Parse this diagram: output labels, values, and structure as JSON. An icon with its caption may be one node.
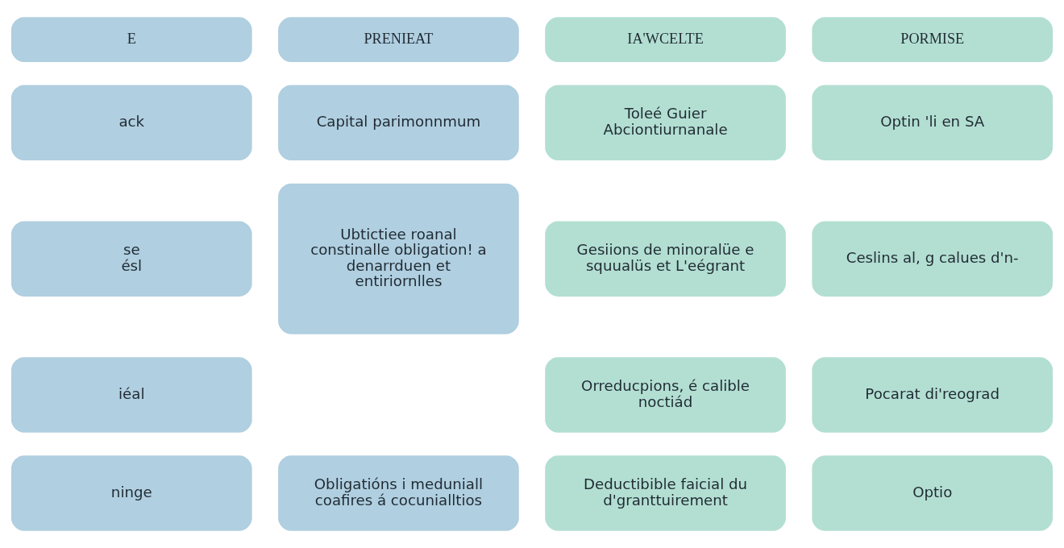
{
  "diagram": {
    "nodes": [
      {
        "text": [
          "E"
        ]
      },
      {
        "text": [
          "PRENIEAT"
        ]
      },
      {
        "text": [
          "IA'WCELTE"
        ]
      },
      {
        "text": [
          "PORMISE"
        ]
      },
      {
        "text": [
          "ack"
        ]
      },
      {
        "text": [
          "Capital parimonnmum"
        ]
      },
      {
        "text": [
          "Toleé Guier Abciontiurnanale"
        ]
      },
      {
        "text": [
          "Optin 'li en SA"
        ]
      },
      {
        "text": [
          "se",
          "ésl"
        ]
      },
      {
        "text": [
          "Ubtictiee roanal constinalle obligation! a denarrduen et entiriornlles"
        ]
      },
      {
        "text": [
          "Gesiions de minoralüe e squualüs et L'eégrant"
        ]
      },
      {
        "text": [
          "Ceslins al, g calues d'n-"
        ]
      },
      {
        "text": [
          "iéal"
        ]
      },
      {
        "text": [
          "Orreducpions, é calible noctiád"
        ]
      },
      {
        "text": [
          "Pocarat di'reograd"
        ]
      },
      {
        "text": [
          "ninge"
        ]
      },
      {
        "text": [
          "Obligatións i meduniall coafires á cocunialltios"
        ]
      },
      {
        "text": [
          "Deductibible faicial du d'granttuirement"
        ]
      },
      {
        "text": [
          "Optio"
        ]
      }
    ]
  }
}
